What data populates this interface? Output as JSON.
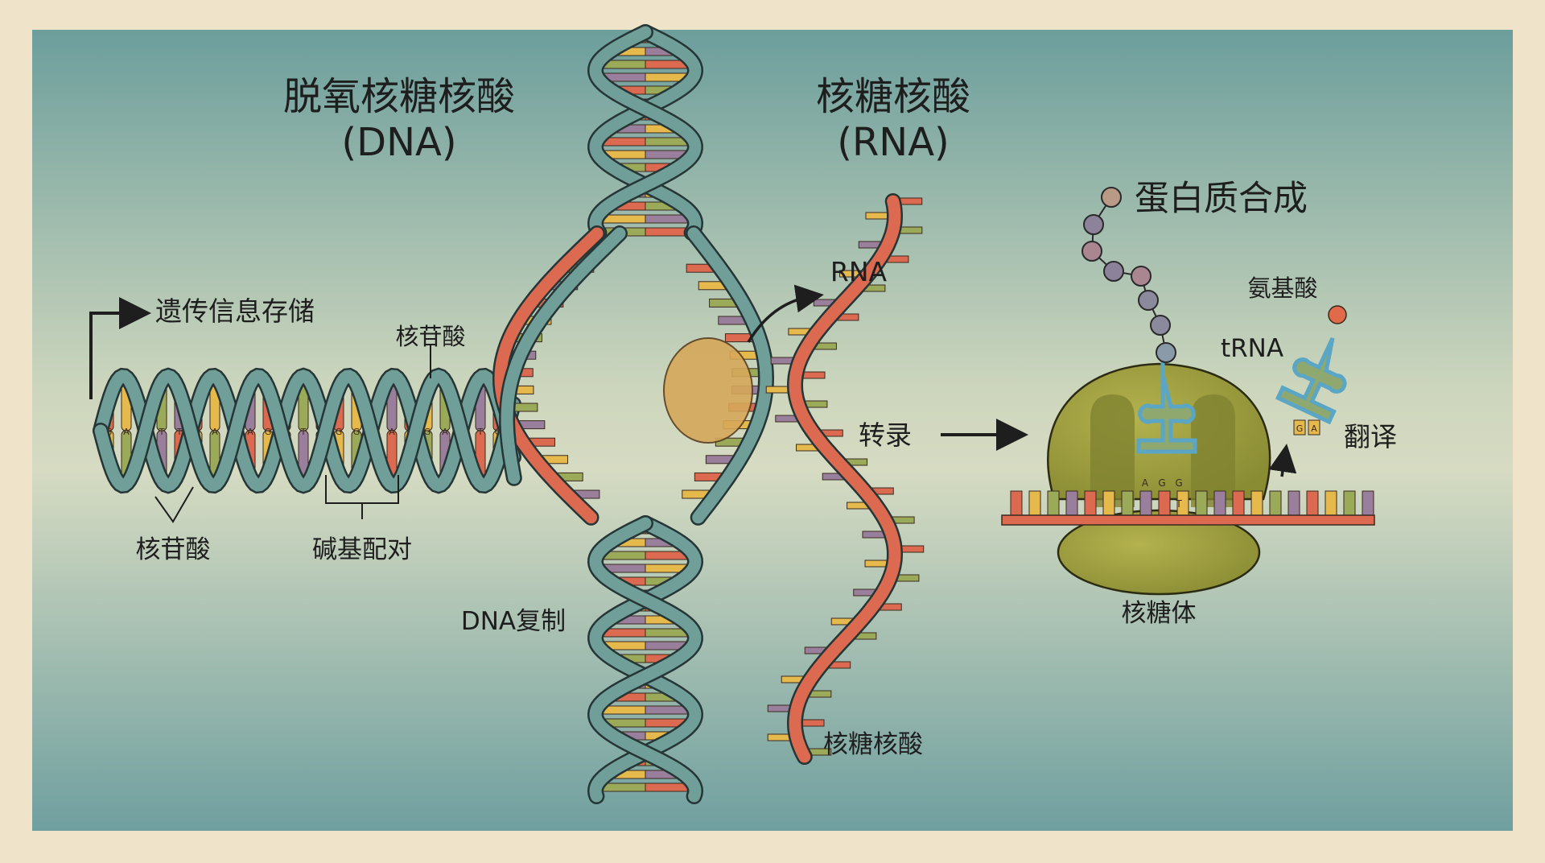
{
  "titles": {
    "dna_cn": "脱氧核糖核酸",
    "dna_en": "(DNA)",
    "rna_cn": "核糖核酸",
    "rna_en": "(RNA)",
    "protein_synthesis": "蛋白质合成"
  },
  "labels": {
    "info_storage": "遗传信息存储",
    "nucleotide_top": "核苷酸",
    "nucleotide_bottom": "核苷酸",
    "base_pairing": "碱基配对",
    "dna_replication": "DNA复制",
    "rna": "RNA",
    "transcription": "转录",
    "rna_bottom": "核糖核酸",
    "amino_acid": "氨基酸",
    "trna": "tRNA",
    "translation": "翻译",
    "ribosome": "核糖体"
  },
  "bases": {
    "dna_helix": [
      "G",
      "A",
      "T",
      "T",
      "G",
      "A",
      "C",
      "A",
      "G",
      "A",
      "T",
      "A",
      "G",
      "G",
      "T",
      "A",
      "A",
      "G",
      "A",
      "T"
    ],
    "codon": [
      "A",
      "G",
      "G"
    ],
    "codon_pair": "T",
    "anticodon": [
      "G",
      "A"
    ]
  },
  "colors": {
    "strand": "#6f9f98",
    "outline": "#263636",
    "red": "#dc6a50",
    "yellow": "#e6b94c",
    "green": "#9aaa58",
    "purple": "#9a7f9c",
    "ribosome": "#9a9c3c",
    "trna": "#5aa6c4"
  }
}
